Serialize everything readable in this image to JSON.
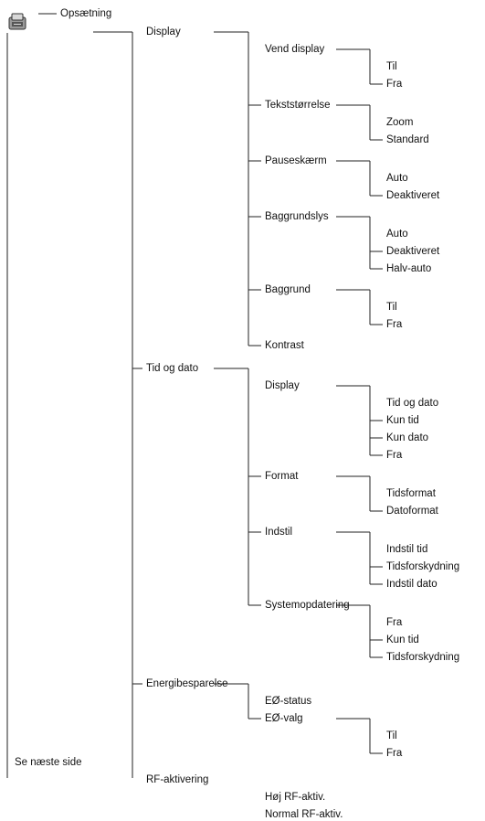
{
  "root": {
    "label": "Opsætning",
    "icon": "settings-menu-icon",
    "children": [
      {
        "label": "Display",
        "children": [
          {
            "label": "Vend display",
            "children": [
              {
                "label": "Til"
              },
              {
                "label": "Fra"
              }
            ]
          },
          {
            "label": "Tekststørrelse",
            "children": [
              {
                "label": "Zoom"
              },
              {
                "label": "Standard"
              }
            ]
          },
          {
            "label": "Pauseskærm",
            "children": [
              {
                "label": "Auto"
              },
              {
                "label": "Deaktiveret"
              }
            ]
          },
          {
            "label": "Baggrundslys",
            "children": [
              {
                "label": "Auto"
              },
              {
                "label": "Deaktiveret"
              },
              {
                "label": "Halv-auto"
              }
            ]
          },
          {
            "label": "Baggrund",
            "children": [
              {
                "label": "Til"
              },
              {
                "label": "Fra"
              }
            ]
          },
          {
            "label": "Kontrast"
          }
        ]
      },
      {
        "label": "Tid og dato",
        "children": [
          {
            "label": "Display",
            "children": [
              {
                "label": "Tid og dato"
              },
              {
                "label": "Kun tid"
              },
              {
                "label": "Kun dato"
              },
              {
                "label": "Fra"
              }
            ]
          },
          {
            "label": "Format",
            "children": [
              {
                "label": "Tidsformat"
              },
              {
                "label": "Datoformat"
              }
            ]
          },
          {
            "label": "Indstil",
            "children": [
              {
                "label": "Indstil tid"
              },
              {
                "label": "Tidsforskydning"
              },
              {
                "label": "Indstil dato"
              }
            ]
          },
          {
            "label": "Systemopdatering",
            "children": [
              {
                "label": "Fra"
              },
              {
                "label": "Kun tid"
              },
              {
                "label": "Tidsforskydning"
              }
            ]
          }
        ]
      },
      {
        "label": "Energibesparelse",
        "children": [
          {
            "label": "EØ-status"
          },
          {
            "label": "EØ-valg",
            "children": [
              {
                "label": "Til"
              },
              {
                "label": "Fra"
              }
            ]
          }
        ]
      },
      {
        "label": "RF-aktivering",
        "children": [
          {
            "label": "Høj RF-aktiv."
          },
          {
            "label": "Normal RF-aktiv."
          }
        ]
      }
    ]
  },
  "footer": {
    "text": "Se næste side"
  }
}
